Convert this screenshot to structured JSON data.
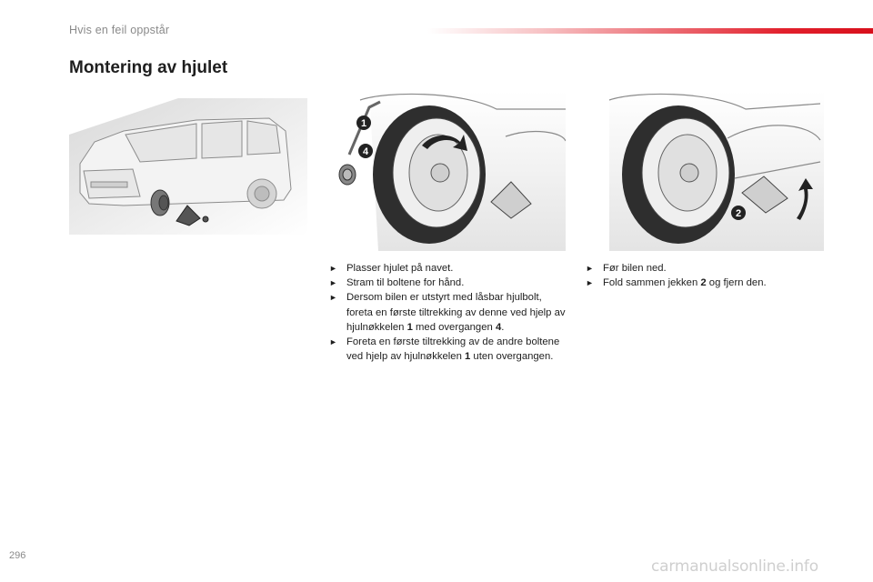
{
  "header": {
    "section_title": "Hvis en feil oppstår",
    "accent_color": "#e2202c"
  },
  "page_title": "Montering av hjulet",
  "callouts": {
    "wrench": "1",
    "adapter": "4",
    "jack": "2"
  },
  "steps_left": [
    {
      "text": "Plasser hjulet på navet."
    },
    {
      "text": "Stram til boltene for hånd."
    },
    {
      "pre": "Dersom bilen er utstyrt med låsbar hjulbolt, foreta en første tiltrekking av denne ved hjelp av hjulnøkkelen ",
      "b1": "1",
      "mid": " med overgangen ",
      "b2": "4",
      "post": "."
    },
    {
      "pre": "Foreta en første tiltrekking av de andre boltene ved hjelp av hjulnøkkelen ",
      "b1": "1",
      "post": " uten overgangen."
    }
  ],
  "steps_right": [
    {
      "text": "Før bilen ned."
    },
    {
      "pre": "Fold sammen jekken ",
      "b1": "2",
      "post": " og fjern den."
    }
  ],
  "footer": {
    "page_number": "296",
    "watermark": "carmanualsonline.info"
  }
}
